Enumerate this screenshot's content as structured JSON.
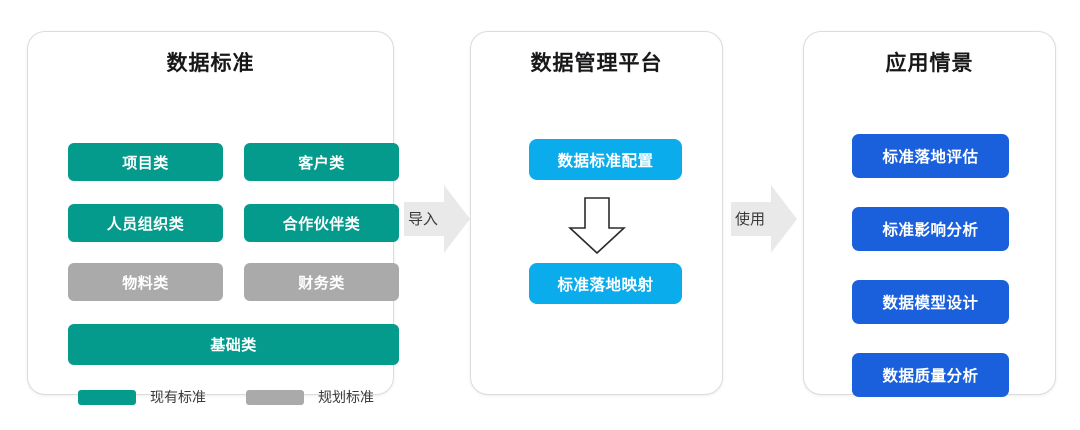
{
  "panels": {
    "standards": {
      "title": "数据标准",
      "items": [
        {
          "label": "项目类",
          "status": "existing"
        },
        {
          "label": "客户类",
          "status": "existing"
        },
        {
          "label": "人员组织类",
          "status": "existing"
        },
        {
          "label": "合作伙伴类",
          "status": "existing"
        },
        {
          "label": "物料类",
          "status": "planned"
        },
        {
          "label": "财务类",
          "status": "planned"
        },
        {
          "label": "基础类",
          "status": "existing"
        }
      ],
      "legend": [
        {
          "label": "现有标准",
          "status": "existing"
        },
        {
          "label": "规划标准",
          "status": "planned"
        }
      ]
    },
    "platform": {
      "title": "数据管理平台",
      "steps": [
        {
          "label": "数据标准配置"
        },
        {
          "label": "标准落地映射"
        }
      ],
      "connector_icon": "arrow-down-icon"
    },
    "scenarios": {
      "title": "应用情景",
      "items": [
        {
          "label": "标准落地评估"
        },
        {
          "label": "标准影响分析"
        },
        {
          "label": "数据模型设计"
        },
        {
          "label": "数据质量分析"
        }
      ]
    }
  },
  "connectors": [
    {
      "label": "导入",
      "icon": "arrow-right-icon"
    },
    {
      "label": "使用",
      "icon": "arrow-right-icon"
    }
  ],
  "colors": {
    "existing": "#059b8c",
    "planned": "#aaaaab",
    "platform_box": "#0bacec",
    "scenario_box": "#1a5fdb",
    "arrow_fill": "#e9e9ea",
    "panel_border": "#dcdcdc",
    "title_text": "#18181a",
    "label_text": "#3a3a3c"
  }
}
